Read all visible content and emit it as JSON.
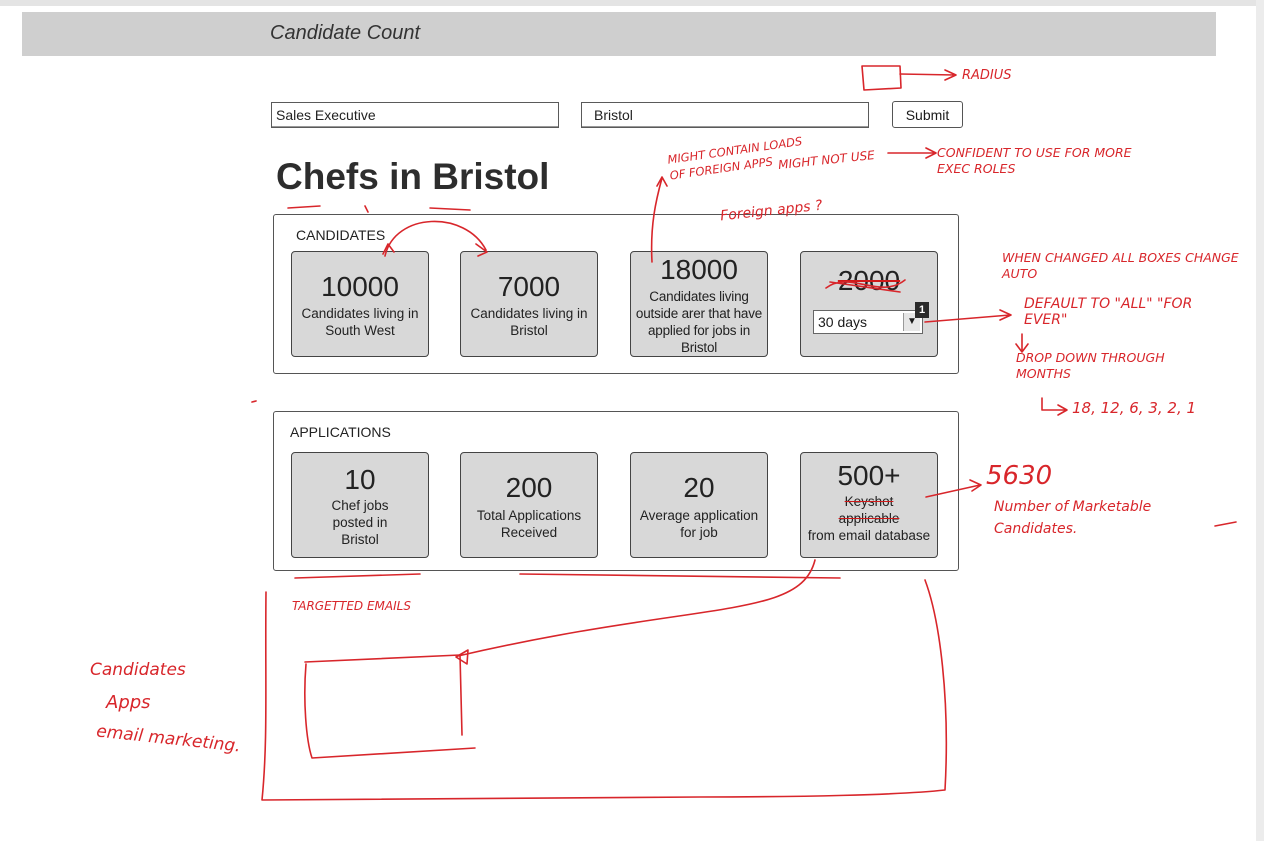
{
  "header": {
    "title": "Candidate Count"
  },
  "search": {
    "role_value": "Sales Executive",
    "location_value": "Bristol",
    "submit_label": "Submit"
  },
  "page_heading": "Chefs in Bristol",
  "candidates": {
    "title": "CANDIDATES",
    "tiles": [
      {
        "value": "10000",
        "label": "Candidates living in South West"
      },
      {
        "value": "7000",
        "label": "Candidates living in Bristol"
      },
      {
        "value": "18000",
        "label": "Candidates living outside arer that have applied for jobs in Bristol"
      },
      {
        "value": "2000",
        "select_value": "30 days",
        "marker": "1"
      }
    ]
  },
  "applications": {
    "title": "APPLICATIONS",
    "tiles": [
      {
        "value": "10",
        "label": "Chef jobs posted in Bristol"
      },
      {
        "value": "200",
        "label": "Total Applications Received"
      },
      {
        "value": "20",
        "label": "Average application for job"
      },
      {
        "value": "500+",
        "label_struck": "Keyshot applicable",
        "label": "from email database"
      }
    ]
  },
  "annotations": {
    "radius": "RADIUS",
    "might_contain": "MIGHT CONTAIN LOADS OF FOREIGN APPS",
    "might_not_use": "MIGHT NOT USE",
    "confident": "CONFIDENT TO USE FOR MORE EXEC ROLES",
    "foreign_apps": "Foreign apps ?",
    "when_changed": "WHEN CHANGED ALL BOXES CHANGE AUTO",
    "default_all": "DEFAULT TO \"ALL\" \"FOR EVER\"",
    "drop_down": "DROP DOWN THROUGH MONTHS",
    "months_list": "18, 12, 6, 3, 2, 1",
    "count_5630": "5630",
    "marketable": "Number of Marketable Candidates.",
    "targetted_emails": "TARGETTED EMAILS",
    "left_note_1": "Candidates",
    "left_note_2": "Apps",
    "left_note_3": "email marketing."
  },
  "colors": {
    "annotation": "#d8262b",
    "title_bar": "#cfcfcf",
    "tile": "#d8d8d8"
  }
}
